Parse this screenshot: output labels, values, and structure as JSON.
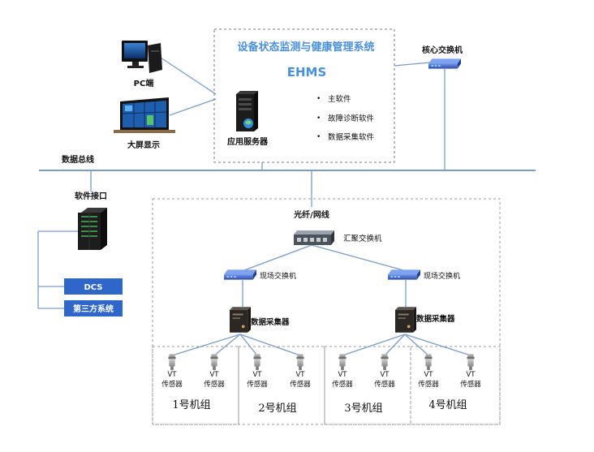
{
  "colors": {
    "accent": "#4a90d9",
    "line": "#7a9cc8",
    "bus": "#7a9cc8",
    "box_blue": "#2f66c9",
    "box_blue_text": "#ffffff",
    "dashed": "#888888"
  },
  "ehms": {
    "title": "设备状态监测与健康管理系统",
    "subtitle": "EHMS",
    "bullets": [
      "主软件",
      "故障诊断软件",
      "数据采集软件"
    ],
    "server_label": "应用服务器"
  },
  "pc_label": "PC端",
  "screen_label": "大屏显示",
  "core_switch_label": "核心交换机",
  "bus_label": "数据总线",
  "software_interface_label": "软件接口",
  "dcs_label": "DCS",
  "third_party_label": "第三方系统",
  "fiber_label": "光纤/网线",
  "agg_switch_label": "汇聚交换机",
  "field_switch_label": "现场交换机",
  "collector_label": "数据采集器",
  "sensor_line1": "VT",
  "sensor_line2": "传感器",
  "units": [
    "1号机组",
    "2号机组",
    "3号机组",
    "4号机组"
  ],
  "icons": [
    "pc-monitor-icon",
    "big-screen-icon",
    "server-icon",
    "switch-icon",
    "cabinet-icon",
    "collector-icon",
    "sensor-icon"
  ]
}
